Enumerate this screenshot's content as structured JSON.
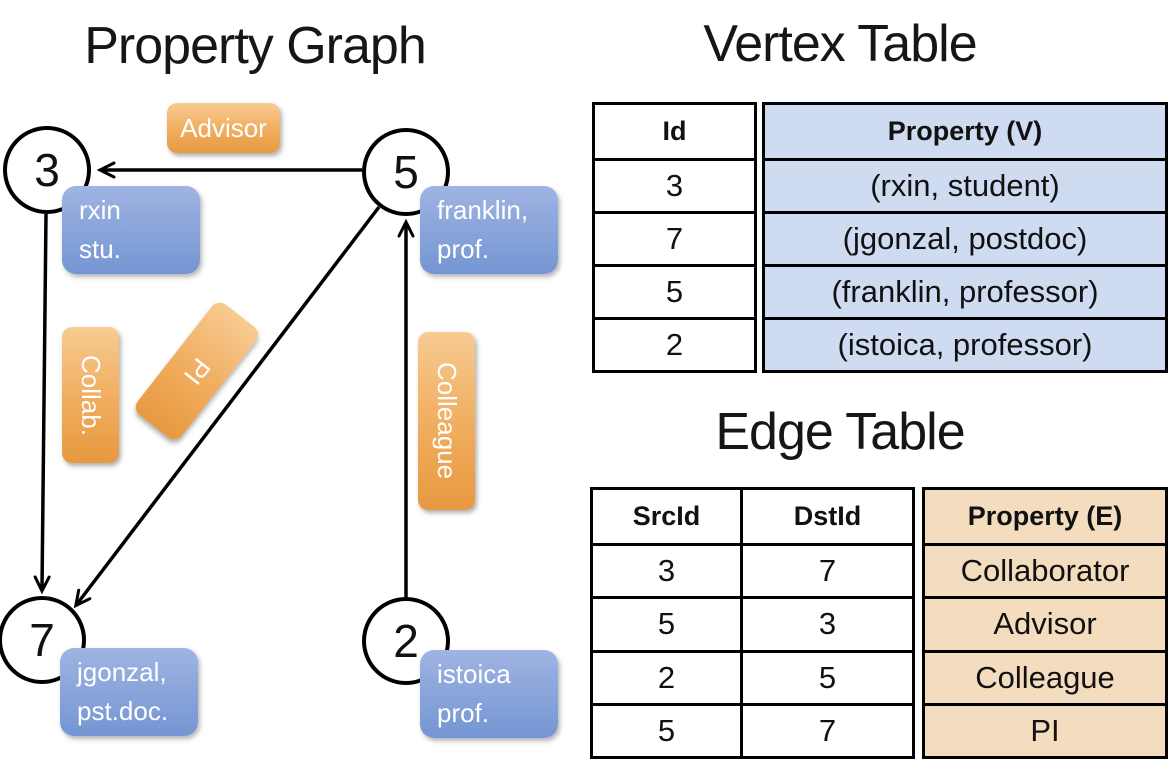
{
  "graph": {
    "title": "Property Graph",
    "nodes": {
      "n3": {
        "id": "3",
        "line1": "rxin",
        "line2": "stu."
      },
      "n5": {
        "id": "5",
        "line1": "franklin,",
        "line2": "prof."
      },
      "n7": {
        "id": "7",
        "line1": "jgonzal,",
        "line2": "pst.doc."
      },
      "n2": {
        "id": "2",
        "line1": "istoica",
        "line2": "prof."
      }
    },
    "edge_labels": {
      "advisor": "Advisor",
      "collab": "Collab.",
      "pi": "PI",
      "colleague": "Colleague"
    }
  },
  "vertex_table": {
    "title": "Vertex Table",
    "col_id": "Id",
    "col_property": "Property (V)",
    "rows": [
      {
        "id": "3",
        "property": "(rxin, student)"
      },
      {
        "id": "7",
        "property": "(jgonzal, postdoc)"
      },
      {
        "id": "5",
        "property": "(franklin, professor)"
      },
      {
        "id": "2",
        "property": "(istoica, professor)"
      }
    ]
  },
  "edge_table": {
    "title": "Edge Table",
    "col_src": "SrcId",
    "col_dst": "DstId",
    "col_property": "Property (E)",
    "rows": [
      {
        "src": "3",
        "dst": "7",
        "property": "Collaborator"
      },
      {
        "src": "5",
        "dst": "3",
        "property": "Advisor"
      },
      {
        "src": "2",
        "dst": "5",
        "property": "Colleague"
      },
      {
        "src": "5",
        "dst": "7",
        "property": "PI"
      }
    ]
  },
  "colors": {
    "edge_label_orange": "#f0ac5d",
    "node_property_blue": "#89a6d9",
    "vertex_property_cell_blue": "#cfdbf1",
    "edge_property_cell_peach": "#f4ddbe",
    "line_black": "#000000"
  }
}
